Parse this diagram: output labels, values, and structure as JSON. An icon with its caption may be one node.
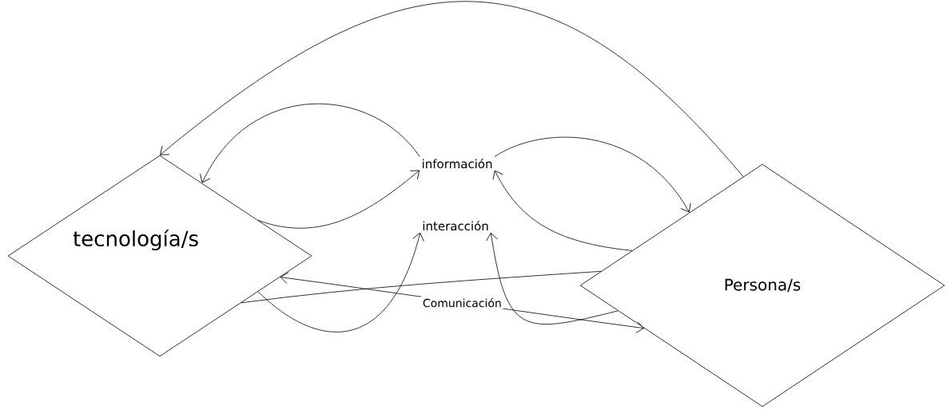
{
  "diagram": {
    "nodes": [
      {
        "text": [
          "tecnología/s"
        ]
      },
      {
        "text": [
          "información"
        ]
      },
      {
        "text": [
          "interacción"
        ]
      },
      {
        "text": [
          "Persona/s"
        ]
      }
    ],
    "edges": [
      {
        "from": 3,
        "to": 0,
        "arrow": "to"
      },
      {
        "from": 1,
        "to": 0,
        "arrow": "to"
      },
      {
        "from": 0,
        "to": 1,
        "arrow": "to"
      },
      {
        "from": 0,
        "to": 2,
        "arrow": "to"
      },
      {
        "from": 1,
        "to": 3,
        "arrow": "to"
      },
      {
        "from": 3,
        "to": 1,
        "arrow": "to"
      },
      {
        "from": 3,
        "to": 2,
        "arrow": "to"
      },
      {
        "from": 0,
        "to": 3,
        "arrow": "both",
        "label": "Comunicación"
      },
      {
        "from": 0,
        "to": 3,
        "arrow": "none"
      }
    ]
  }
}
